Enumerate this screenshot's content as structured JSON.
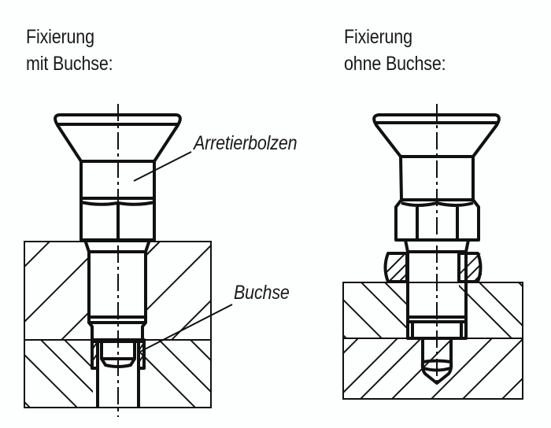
{
  "figures": [
    {
      "id": "with-bushing",
      "caption_line1": "Fixierung",
      "caption_line2": "mit Buchse:",
      "callouts": [
        {
          "label": "Arretierbolzen"
        },
        {
          "label": "Buchse"
        }
      ]
    },
    {
      "id": "without-bushing",
      "caption_line1": "Fixierung",
      "caption_line2": "ohne Buchse:"
    }
  ],
  "colors": {
    "line": "#111111",
    "background": "#fdfefe"
  }
}
